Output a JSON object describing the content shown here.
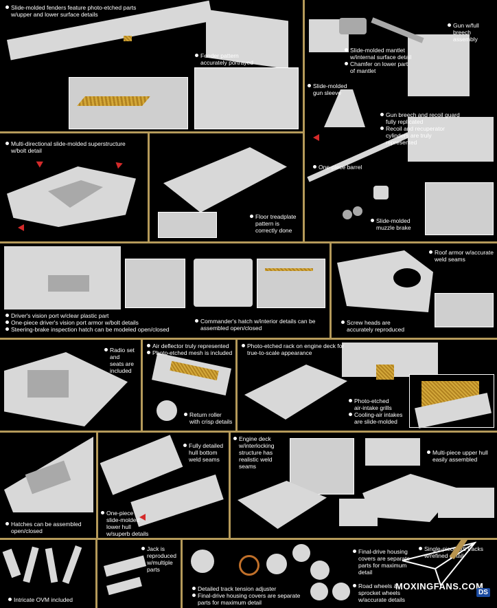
{
  "captions": {
    "fenders": [
      "Slide-molded fenders feature photo-etched parts",
      "w/upper and lower surface details"
    ],
    "fender_pattern": [
      "Fender pattern",
      "accurately portrayed"
    ],
    "mantlet": [
      "Slide-molded mantlet",
      "w/internal surface detail"
    ],
    "chamfer": [
      "Chamfer on lower part",
      "of mantlet"
    ],
    "gun_full": [
      "Gun w/full",
      "breech",
      "assembly"
    ],
    "gun_sleeve": [
      "Slide-molded",
      "gun sleeve"
    ],
    "breech": [
      "Gun breech and recoil guard",
      "fully replicated"
    ],
    "recoil": [
      "Recoil and recuperator",
      "cylinders are truly",
      "represented"
    ],
    "barrel": [
      "One-piece barrel"
    ],
    "muzzle": [
      "Slide-molded",
      "muzzle brake"
    ],
    "superstructure": [
      "Multi-directional slide-molded superstructure",
      "w/bolt detail"
    ],
    "floor": [
      "Floor treadplate",
      "pattern is",
      "correctly done"
    ],
    "driver_port": [
      "Driver's vision port w/clear plastic part"
    ],
    "driver_armor": [
      "One-piece driver's vision port armor w/bolt details"
    ],
    "steering_hatch": [
      "Steering-brake inspection hatch can be modeled open/closed"
    ],
    "commander": [
      "Commander's hatch w/interior details can be",
      "assembled open/closed"
    ],
    "roof_armor": [
      "Roof armor w/accurate",
      "weld seams"
    ],
    "screw_heads": [
      "Screw heads are",
      "accurately reproduced"
    ],
    "radio": [
      "Radio set",
      "and",
      "seats are",
      "included"
    ],
    "air_deflector": [
      "Air deflector truly represented"
    ],
    "pe_mesh": [
      "Photo-etched mesh is included"
    ],
    "return_roller": [
      "Return roller",
      "with crisp details"
    ],
    "pe_rack": [
      "Photo-etched rack on engine deck for",
      "true-to-scale appearance"
    ],
    "pe_grills": [
      "Photo-etched",
      "air-intake grills"
    ],
    "cooling": [
      "Cooling-air intakes",
      "are slide-molded"
    ],
    "hull_weld": [
      "Fully detailed",
      "hull bottom",
      "weld seams"
    ],
    "engine_deck": [
      "Engine deck",
      "w/interlocking",
      "structure has",
      "realistic weld",
      "seams"
    ],
    "upper_hull": [
      "Multi-piece upper hull",
      "easily assembled"
    ],
    "hatches": [
      "Hatches can be assembled",
      "open/closed"
    ],
    "lower_hull": [
      "One-piece",
      "slide-molded",
      "lower hull",
      "w/superb details"
    ],
    "ovm": [
      "Intricate OVM included"
    ],
    "jack": [
      "Jack is",
      "reproduced",
      "w/multiple",
      "parts"
    ],
    "track_adjuster": [
      "Detailed track tension adjuster"
    ],
    "final_drive_1": [
      "Final-drive housing covers are separate",
      "parts for maximum detail"
    ],
    "final_drive_2": [
      "Final-drive housing",
      "covers are separate",
      "parts for maximum",
      "detail"
    ],
    "sprocket": [
      "Road wheels &",
      "sprocket wheels",
      "w/accurate details"
    ],
    "tracks": [
      "Single-piece DS tracks",
      "w/refined detail"
    ]
  },
  "watermark": "MOXINGFANS.COM",
  "badge": "DS",
  "colors": {
    "frame": "#b59a5a",
    "arrow": "#d42a2a",
    "mesh": "#d4a93a"
  }
}
